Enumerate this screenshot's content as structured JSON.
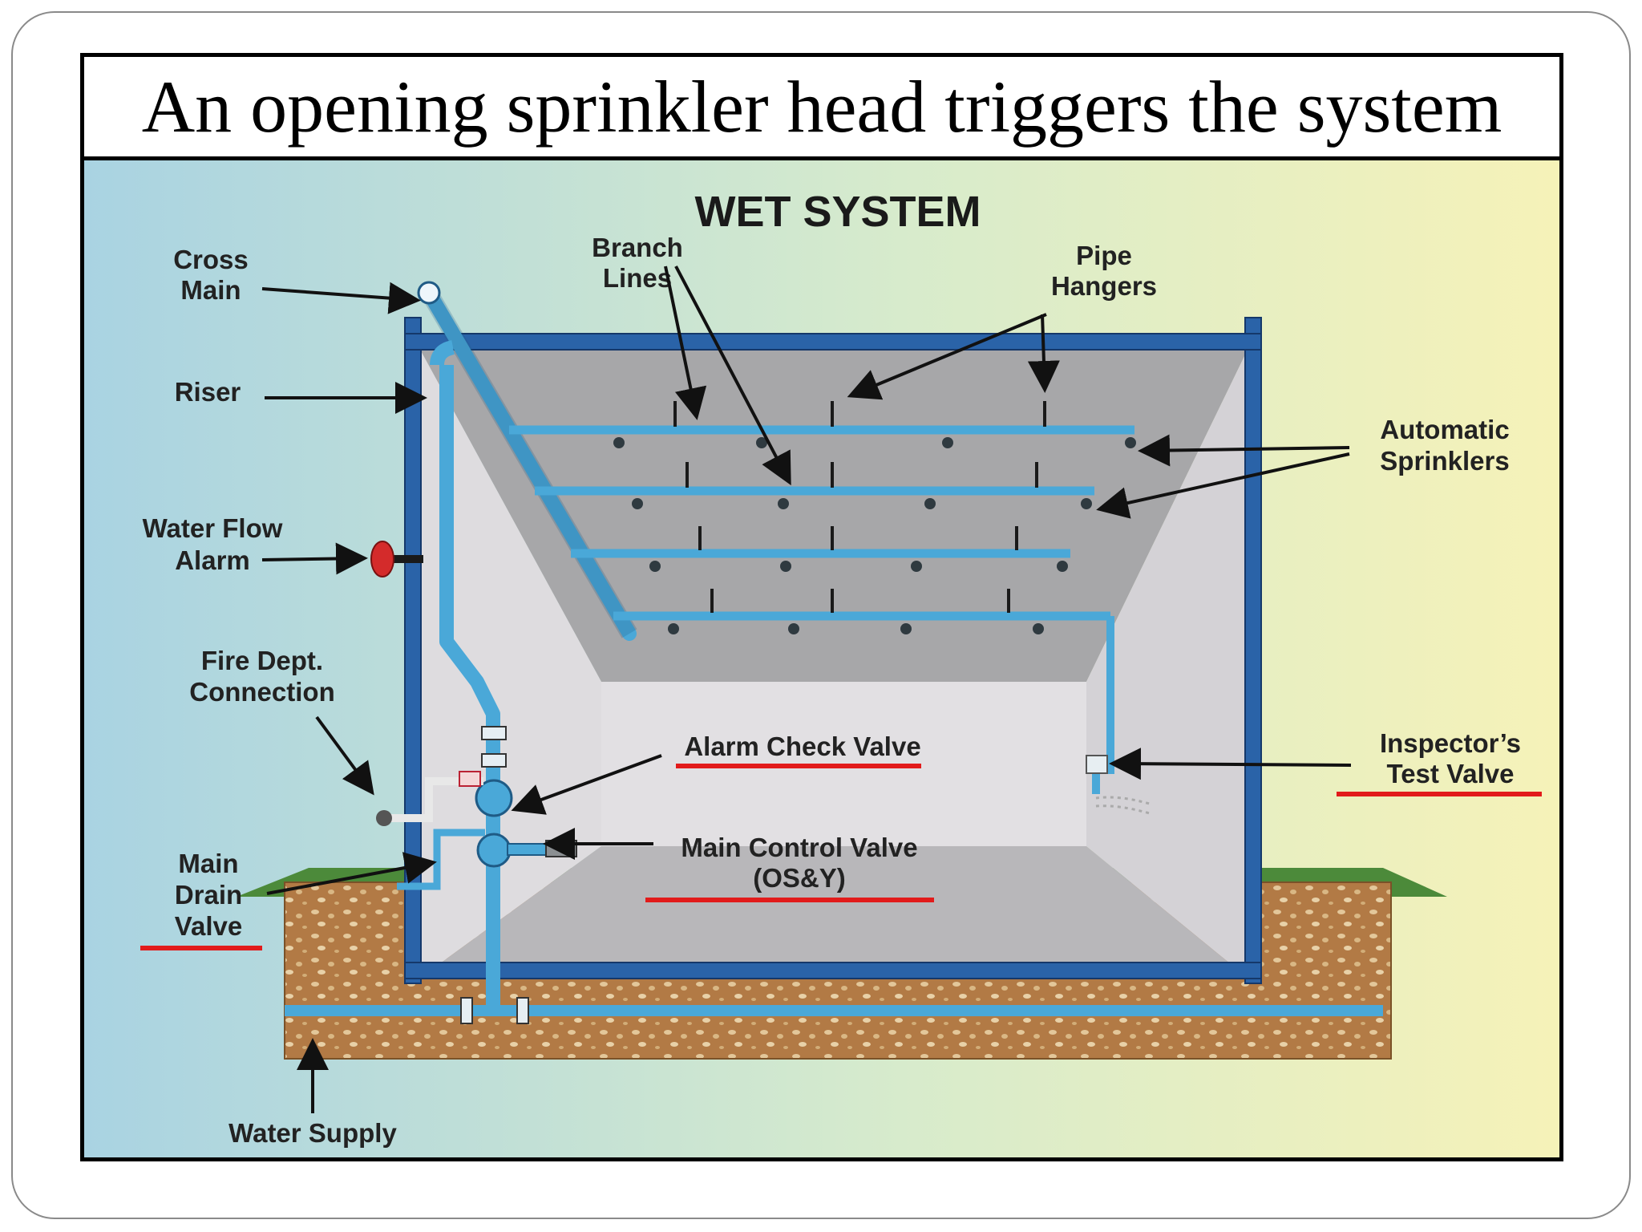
{
  "slide": {
    "title": "An opening sprinkler head triggers the system"
  },
  "diagram": {
    "heading": "WET SYSTEM",
    "labels": {
      "cross_main_1": "Cross",
      "cross_main_2": "Main",
      "riser": "Riser",
      "water_flow_alarm_1": "Water Flow",
      "water_flow_alarm_2": "Alarm",
      "fire_dept_1": "Fire Dept.",
      "fire_dept_2": "Connection",
      "main_drain_1": "Main",
      "main_drain_2": "Drain",
      "main_drain_3": "Valve",
      "water_supply": "Water Supply",
      "branch_lines_1": "Branch",
      "branch_lines_2": "Lines",
      "pipe_hangers_1": "Pipe",
      "pipe_hangers_2": "Hangers",
      "automatic_sprinklers_1": "Automatic",
      "automatic_sprinklers_2": "Sprinklers",
      "alarm_check_valve": "Alarm Check Valve",
      "main_control_valve_1": "Main Control Valve",
      "main_control_valve_2": "(OS&Y)",
      "inspectors_test_1": "Inspector’s",
      "inspectors_test_2": "Test Valve"
    },
    "colors": {
      "pipe": "#4aa8d8",
      "frame": "#2a63a8",
      "ceiling": "#a9a9a9",
      "wall": "#d8d6d9",
      "floor": "#b9b8bb",
      "ground": "#b5804a",
      "grass": "#4c8a3a",
      "underline": "#e21b1b",
      "alarm": "#d42b2b"
    }
  }
}
